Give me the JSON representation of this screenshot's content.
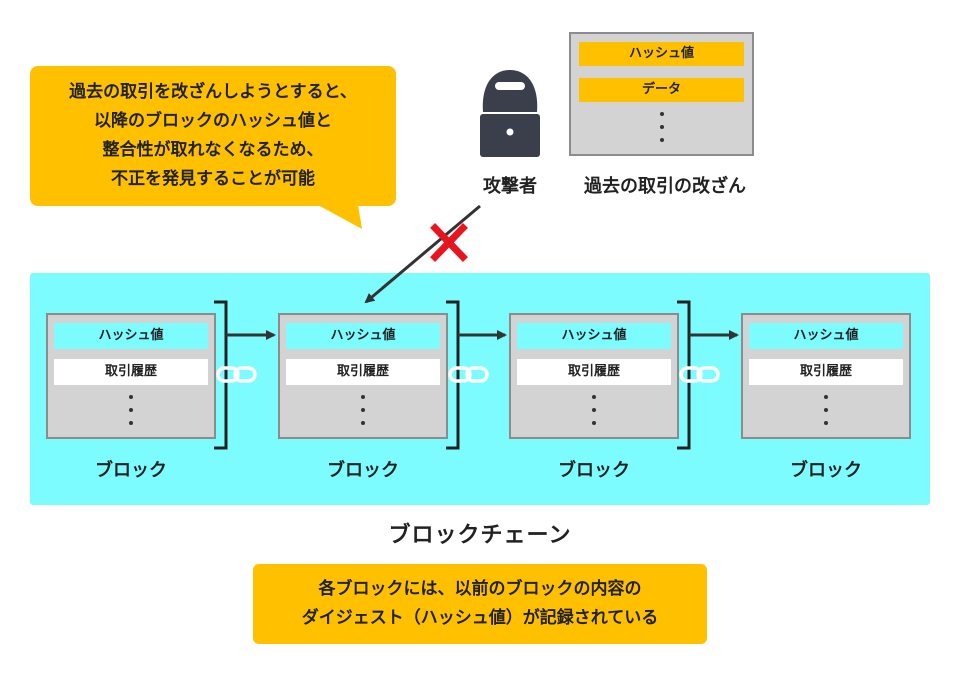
{
  "callout": {
    "lines": [
      "過去の取引を改ざんしようとすると、",
      "以降のブロックのハッシュ値と",
      "整合性が取れなくなるため、",
      "不正を発見することが可能"
    ]
  },
  "attacker": {
    "label": "攻撃者"
  },
  "tampered": {
    "label": "過去の取引の改ざん",
    "hash_label": "ハッシュ値",
    "data_label": "データ"
  },
  "blocks": [
    {
      "hash": "ハッシュ値",
      "tx": "取引履歴",
      "label": "ブロック"
    },
    {
      "hash": "ハッシュ値",
      "tx": "取引履歴",
      "label": "ブロック"
    },
    {
      "hash": "ハッシュ値",
      "tx": "取引履歴",
      "label": "ブロック"
    },
    {
      "hash": "ハッシュ値",
      "tx": "取引履歴",
      "label": "ブロック"
    }
  ],
  "chain_title": "ブロックチェーン",
  "note": {
    "lines": [
      "各ブロックには、以前のブロックの内容の",
      "ダイジェスト（ハッシュ値）が記録されている"
    ]
  },
  "colors": {
    "accent_yellow": "#ffc000",
    "chain_cyan": "#7dfcff",
    "block_gray": "#d3d3d3",
    "cross_red": "#e8141e"
  }
}
